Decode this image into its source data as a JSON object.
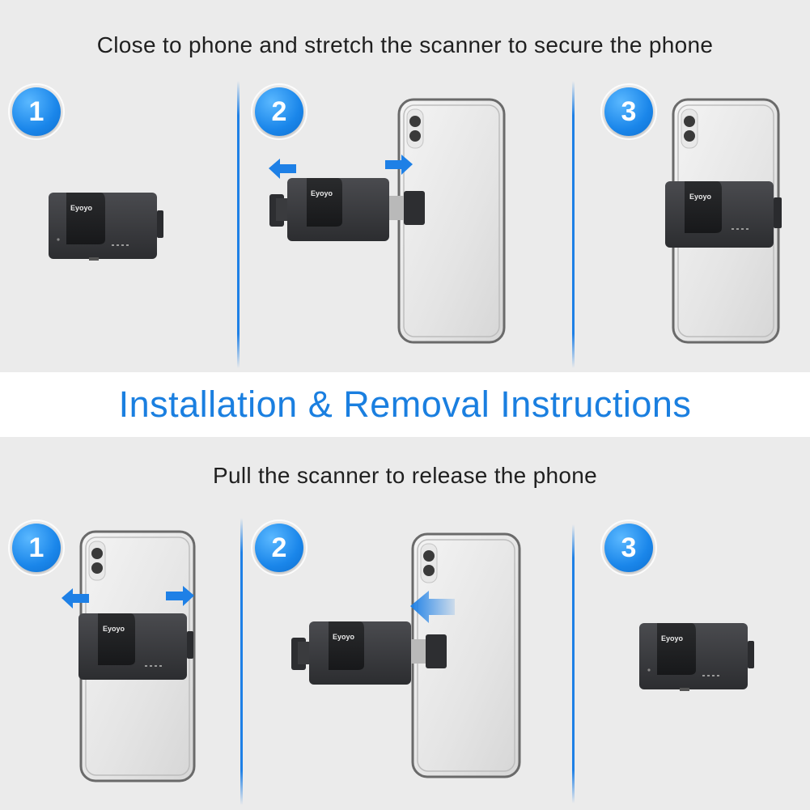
{
  "top_section": {
    "caption": "Close to phone and stretch the scanner to secure the phone",
    "steps": [
      "1",
      "2",
      "3"
    ]
  },
  "banner": {
    "title": "Installation & Removal Instructions"
  },
  "bottom_section": {
    "caption": "Pull the scanner to release the phone",
    "steps": [
      "1",
      "2",
      "3"
    ]
  },
  "device": {
    "brand": "Eyoyo"
  },
  "colors": {
    "accent_blue": "#1a7fe0",
    "panel_bg": "#ebebeb",
    "scanner_body": "#3a3b3e",
    "arrow_blue": "#1e80e6"
  },
  "icons": [
    "scanner-device-icon",
    "phone-icon",
    "arrow-left-icon",
    "arrow-right-icon",
    "push-arrow-icon"
  ]
}
